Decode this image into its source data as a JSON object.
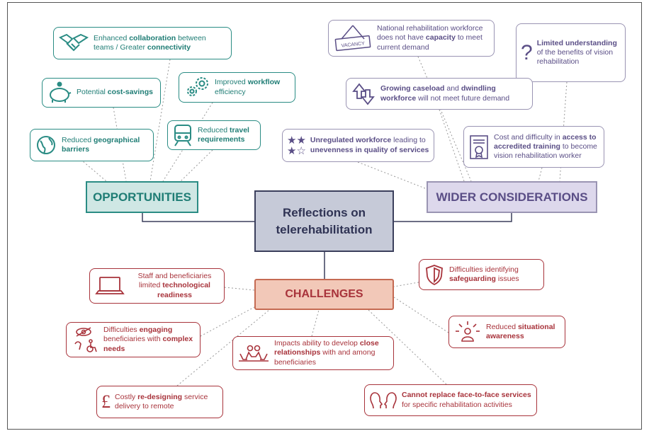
{
  "center": {
    "line1": "Reflections on",
    "line2": "telerehabilitation"
  },
  "hubs": {
    "opportunities": "OPPORTUNITIES",
    "wider": "WIDER CONSIDERATIONS",
    "challenges": "CHALLENGES"
  },
  "opportunities": [
    {
      "pre": "Enhanced ",
      "bold1": "collaboration",
      "mid": " between teams / Greater ",
      "bold2": "connectivity",
      "post": "",
      "icon": "handshake-icon"
    },
    {
      "pre": "Potential ",
      "bold1": "cost-savings",
      "mid": "",
      "bold2": "",
      "post": "",
      "icon": "piggy-bank-icon"
    },
    {
      "pre": "Improved ",
      "bold1": "workflow",
      "mid": " efficiency",
      "bold2": "",
      "post": "",
      "icon": "gears-icon"
    },
    {
      "pre": "Reduced ",
      "bold1": "geographical barriers",
      "mid": "",
      "bold2": "",
      "post": "",
      "icon": "globe-icon"
    },
    {
      "pre": "Reduced ",
      "bold1": "travel requirements",
      "mid": "",
      "bold2": "",
      "post": "",
      "icon": "train-icon"
    }
  ],
  "wider_considerations": [
    {
      "pre": "National rehabilitation workforce does not have ",
      "bold1": "capacity",
      "mid": " to meet current demand",
      "bold2": "",
      "post": "",
      "icon": "vacancy-sign-icon",
      "icon_label": "VACANCY"
    },
    {
      "pre": "",
      "bold1": "Limited understanding",
      "mid": " of the benefits of vision rehabilitation",
      "bold2": "",
      "post": "",
      "icon": "question-mark-icon"
    },
    {
      "pre": "",
      "bold1": "Growing caseload",
      "mid": " and ",
      "bold2": "dwindling workforce",
      "post": " will not meet future demand",
      "icon": "up-down-arrows-icon"
    },
    {
      "pre": "",
      "bold1": "Unregulated workforce",
      "mid": " leading to ",
      "bold2": "unevenness in quality of services",
      "post": "",
      "icon": "stars-rating-icon"
    },
    {
      "pre": "Cost and difficulty in ",
      "bold1": "access to accredited training",
      "mid": " to become vision rehabilitation worker",
      "bold2": "",
      "post": "",
      "icon": "certificate-icon"
    }
  ],
  "challenges": [
    {
      "pre": "Staff and beneficiaries limited ",
      "bold1": "technological readiness",
      "mid": "",
      "bold2": "",
      "post": "",
      "icon": "laptop-icon"
    },
    {
      "pre": "Difficulties identifying ",
      "bold1": "safeguarding",
      "mid": " issues",
      "bold2": "",
      "post": "",
      "icon": "shield-icon"
    },
    {
      "pre": "Difficulties ",
      "bold1": "engaging",
      "mid": " beneficiaries with ",
      "bold2": "complex needs",
      "post": "",
      "icon": "accessibility-icon"
    },
    {
      "pre": "Reduced ",
      "bold1": "situational awareness",
      "mid": "",
      "bold2": "",
      "post": "",
      "icon": "person-awareness-icon"
    },
    {
      "pre": "Impacts ability to develop ",
      "bold1": "close relationships",
      "mid": " with and among beneficiaries",
      "bold2": "",
      "post": "",
      "icon": "group-icon"
    },
    {
      "pre": "Costly ",
      "bold1": "re-designing",
      "mid": " service delivery to remote",
      "bold2": "",
      "post": "",
      "icon": "pound-icon"
    },
    {
      "pre": "",
      "bold1": "Cannot replace face-to-face services",
      "mid": " for specific rehabilitation activities",
      "bold2": "",
      "post": "",
      "icon": "face-to-face-icon"
    }
  ],
  "colors": {
    "teal": "#2a8c84",
    "purple": "#5a4e86",
    "red": "#a8333b",
    "center": "#3b3f5c"
  }
}
